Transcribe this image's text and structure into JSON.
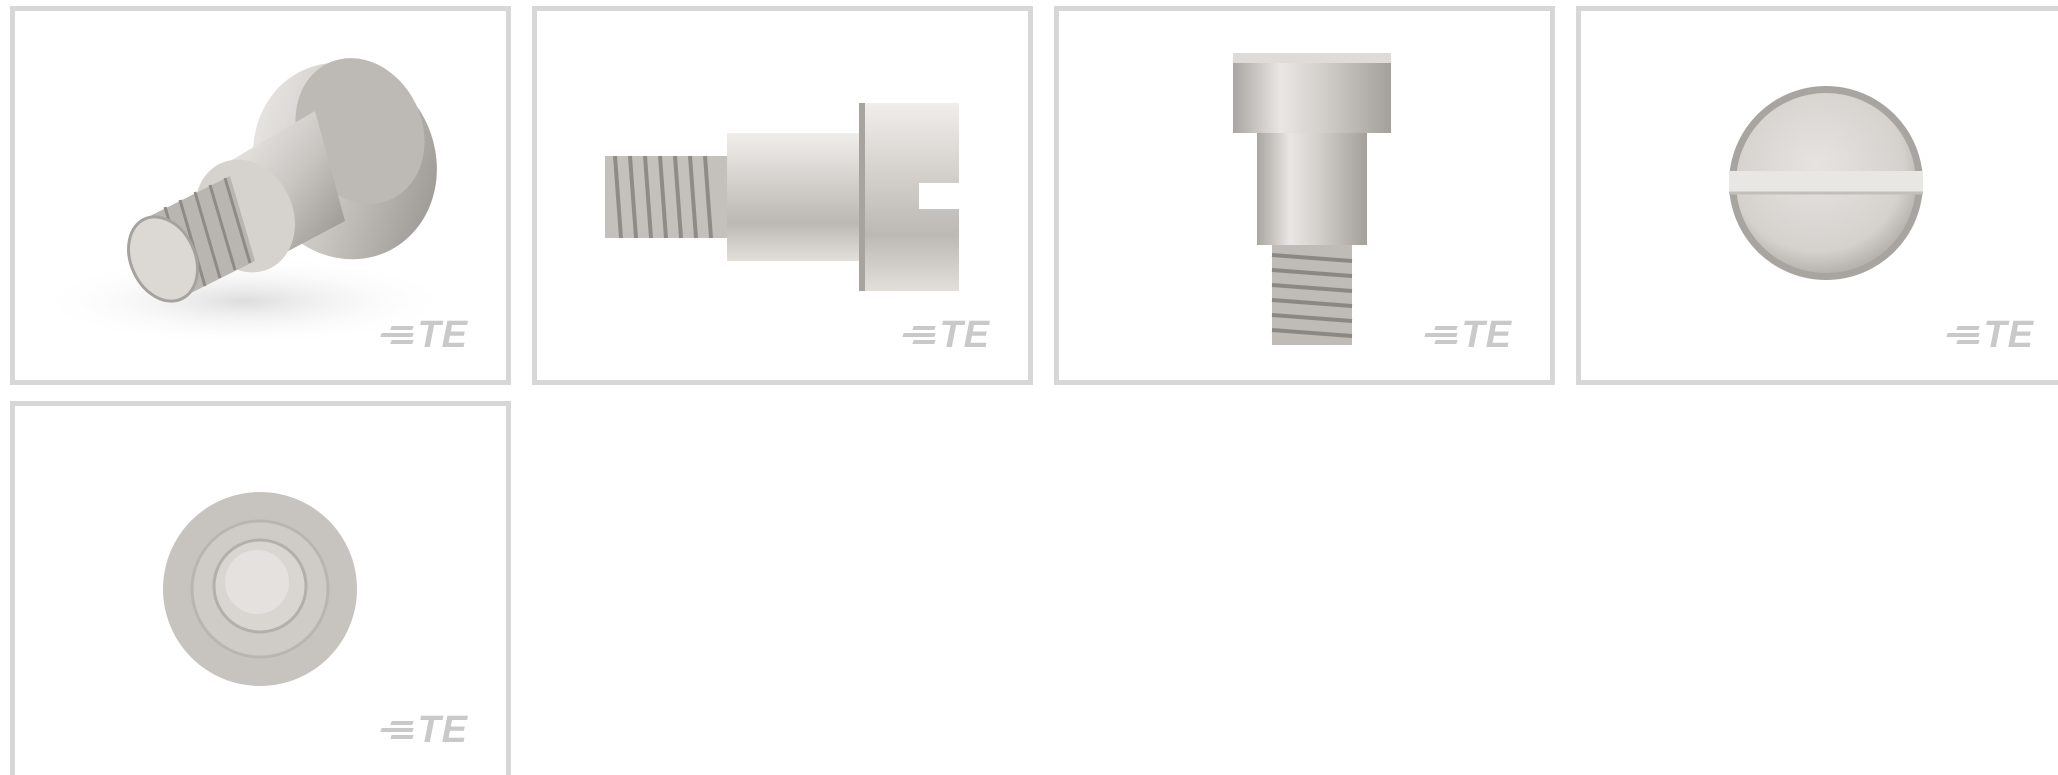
{
  "gallery": {
    "tiles": [
      {
        "view": "perspective",
        "logo_text": "TE"
      },
      {
        "view": "side",
        "logo_text": "TE"
      },
      {
        "view": "front-vertical",
        "logo_text": "TE"
      },
      {
        "view": "top-slotted-head",
        "logo_text": "TE"
      },
      {
        "view": "bottom-shaft-end",
        "logo_text": "TE"
      }
    ]
  },
  "colors": {
    "tile_border": "#d7d7d7",
    "logo": "#c9c9c9",
    "metal_light": "#e8e6e3",
    "metal_mid": "#c7c4c0",
    "metal_dark": "#9a9793"
  }
}
